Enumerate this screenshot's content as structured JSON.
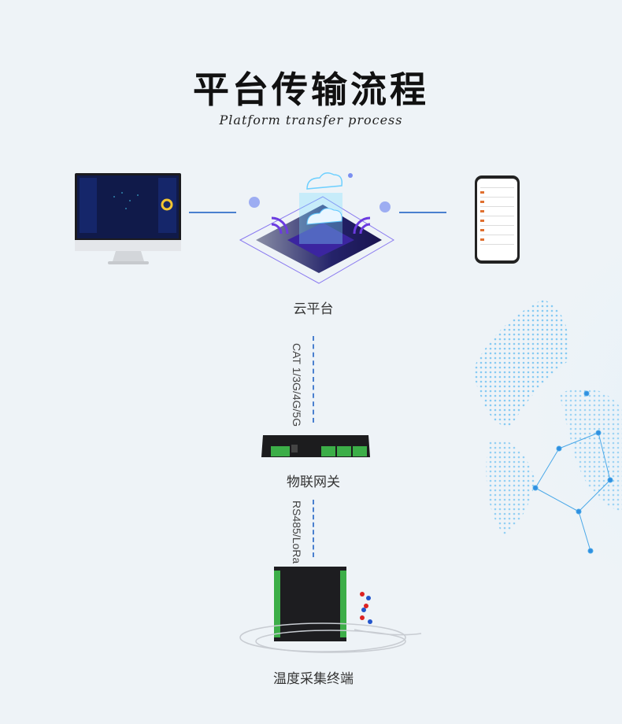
{
  "header": {
    "title": "平台传输流程",
    "subtitle": "Platform transfer process"
  },
  "nodes": {
    "cloud": "云平台",
    "gateway": "物联网关",
    "terminal": "温度采集终端"
  },
  "links": {
    "cloud_gateway": "CAT 1/3G/4G/5G",
    "gateway_terminal": "RS485/LoRa"
  },
  "colors": {
    "line": "#4a80cf",
    "background": "#eef3f7",
    "globe": "#5ab4ee"
  }
}
